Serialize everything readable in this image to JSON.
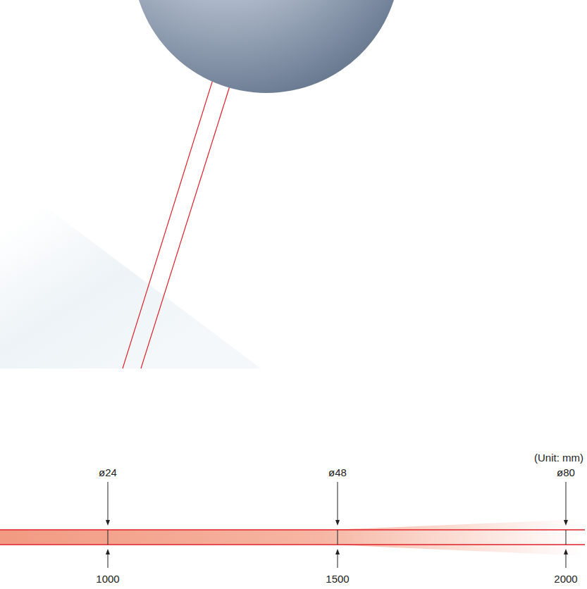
{
  "diagram": {
    "labels": [
      "(Unit: mm)",
      "ø24",
      "ø48",
      "ø80",
      "1000",
      "1500",
      "2000"
    ]
  }
}
